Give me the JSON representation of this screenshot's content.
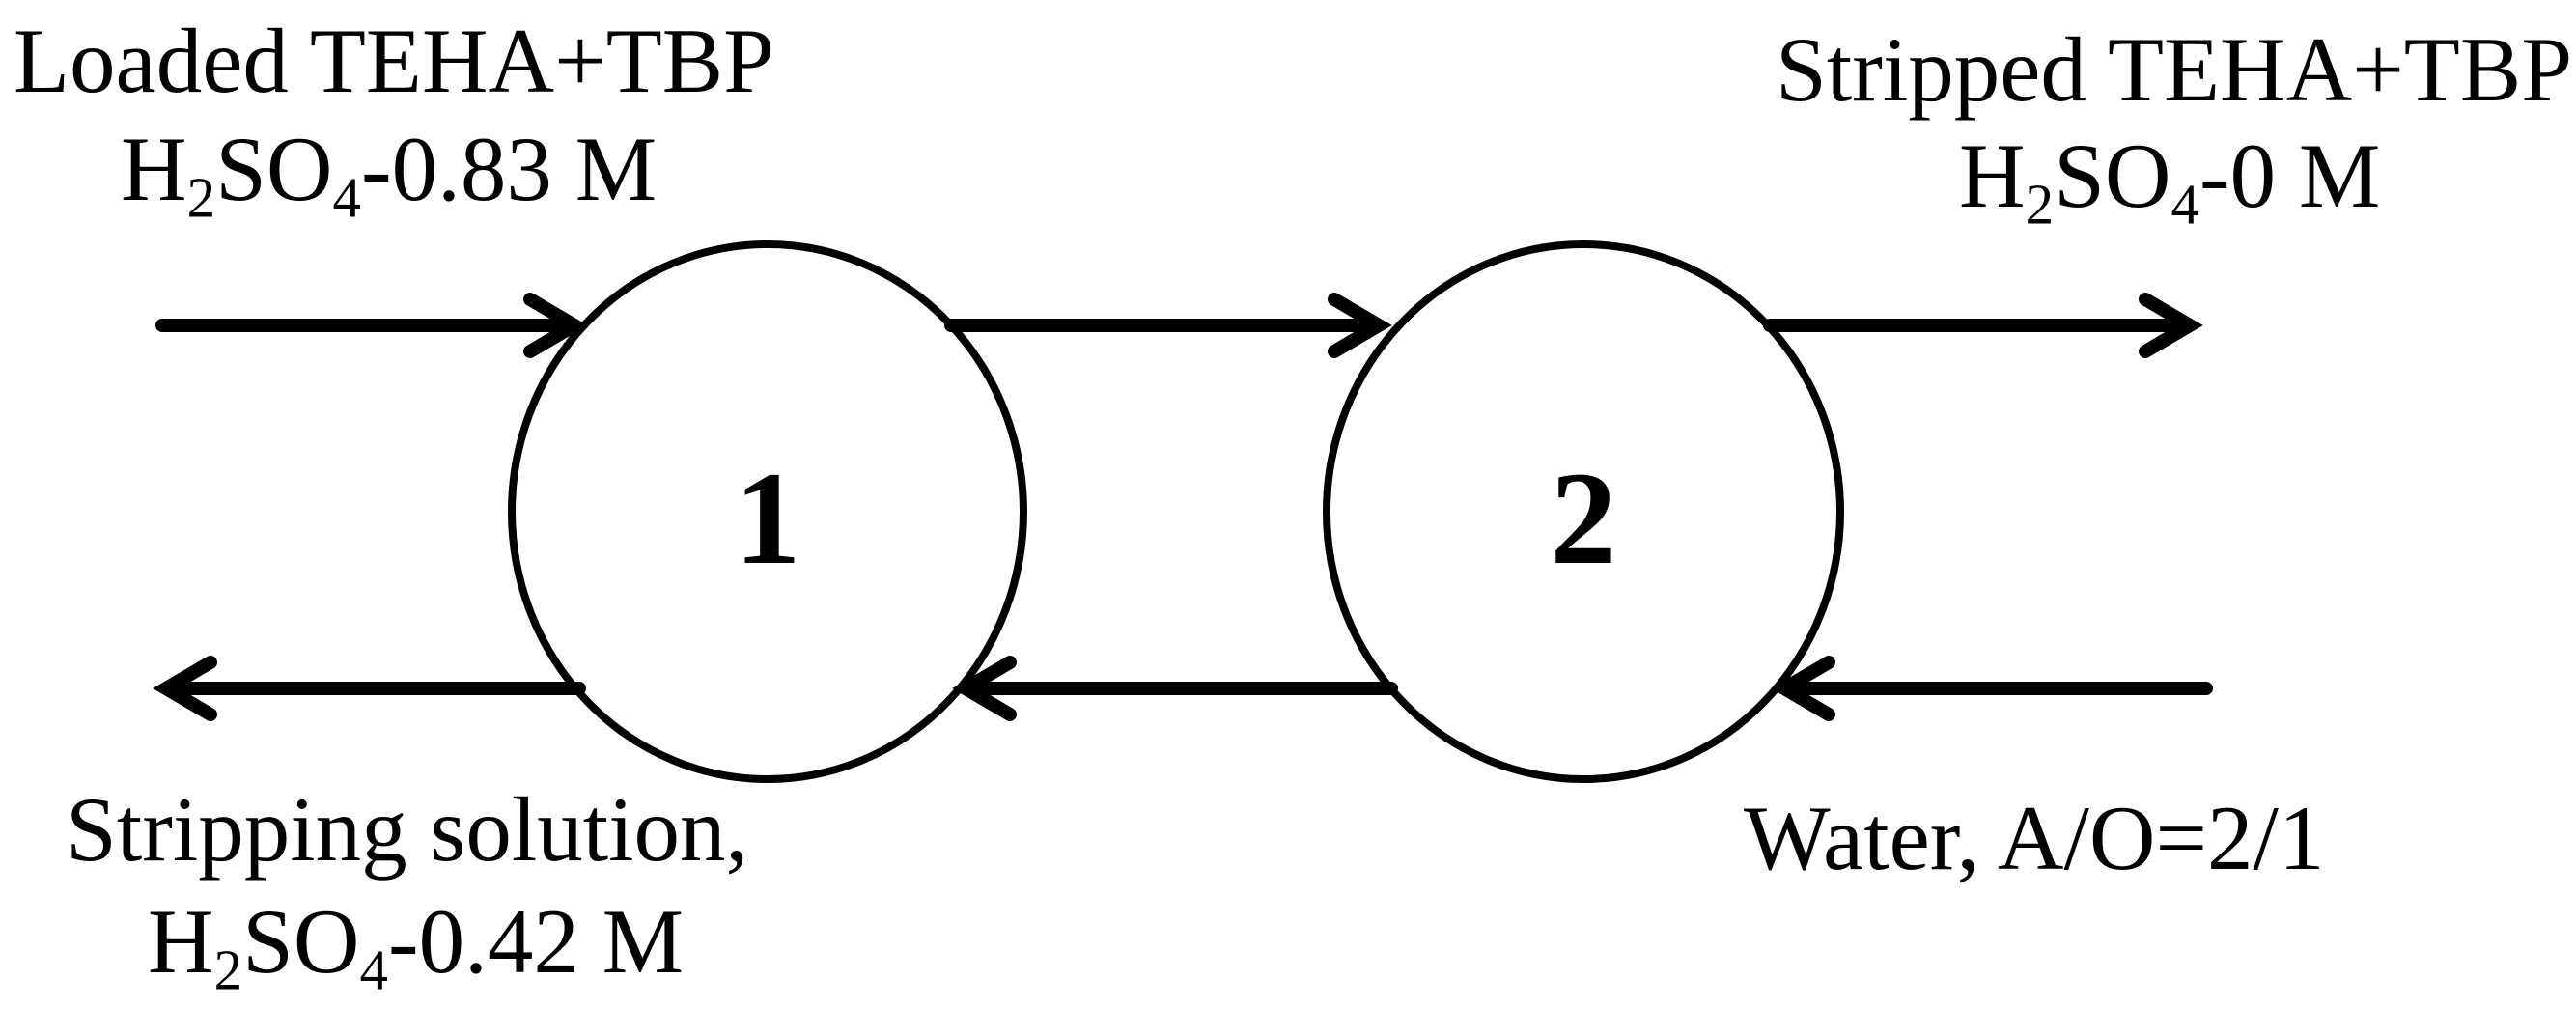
{
  "figure": {
    "background_color": "#ffffff",
    "ink_color": "#000000",
    "description": "Two-stage counter-current stripping flowsheet with mixer stages 1 and 2"
  },
  "streams": {
    "loaded": {
      "name_line": "Loaded TEHA+TBP",
      "formula": {
        "h": "H",
        "sub2": "2",
        "so": "SO",
        "sub4": "4",
        "conc": "-0.83 M"
      }
    },
    "stripped": {
      "name_line": "Stripped TEHA+TBP",
      "formula": {
        "h": "H",
        "sub2": "2",
        "so": "SO",
        "sub4": "4",
        "conc": "-0 M"
      }
    },
    "stripping_solution": {
      "name_line": "Stripping solution,",
      "formula": {
        "h": "H",
        "sub2": "2",
        "so": "SO",
        "sub4": "4",
        "conc": "-0.42 M"
      }
    },
    "water": {
      "name_line": "Water, A/O=2/1"
    }
  },
  "stages": [
    {
      "label": "1"
    },
    {
      "label": "2"
    }
  ]
}
